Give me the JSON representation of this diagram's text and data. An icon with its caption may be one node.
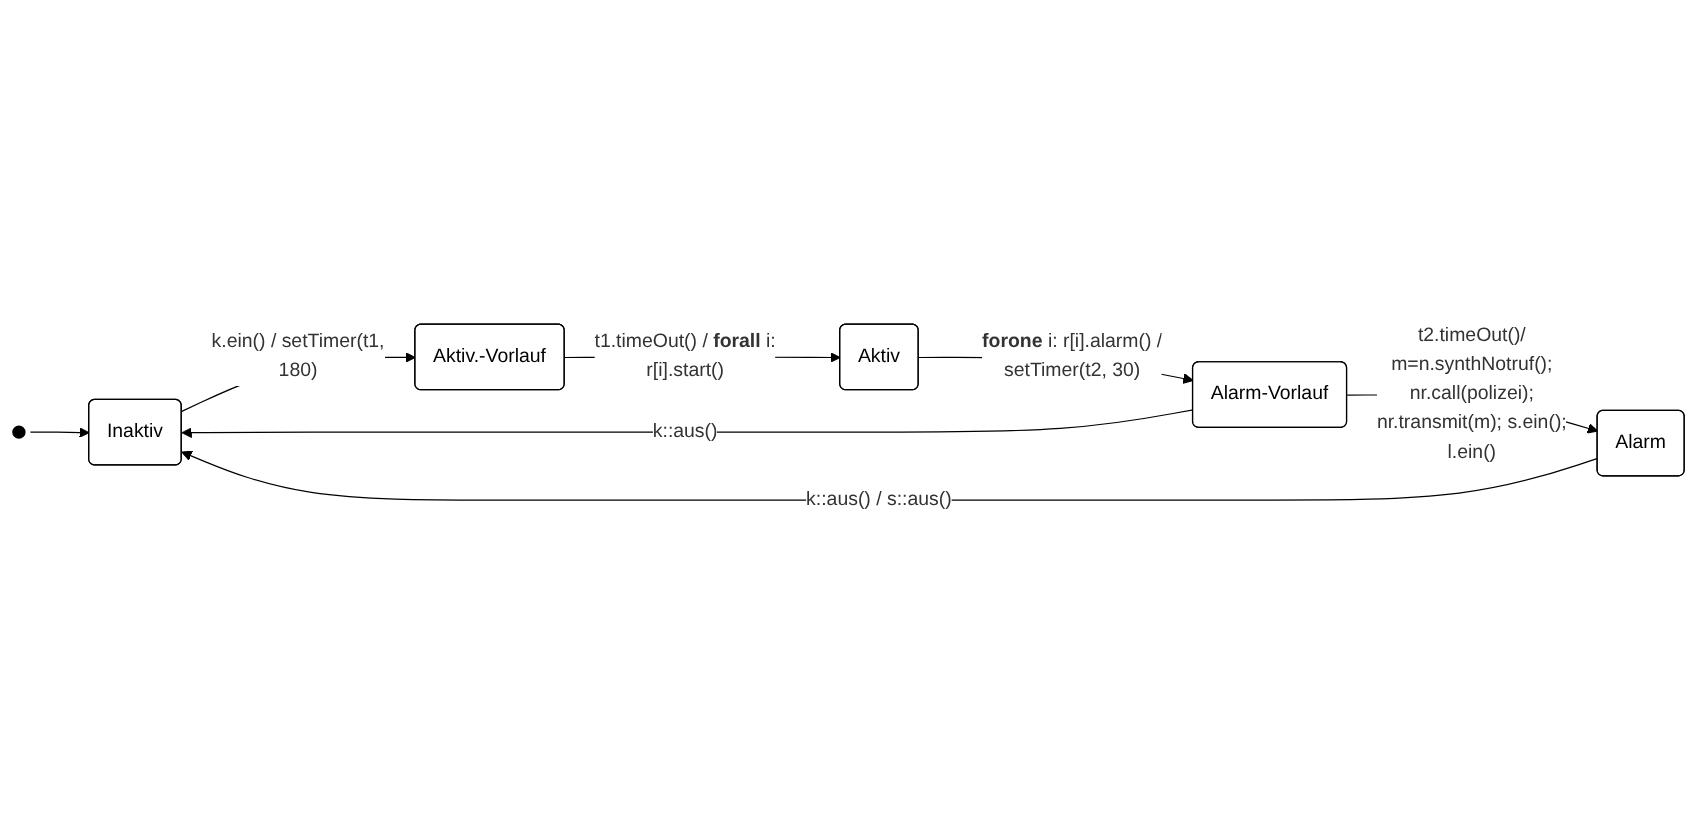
{
  "diagram": {
    "nodes": [
      {
        "text": [],
        "shape": "circle"
      },
      {
        "text": [
          "Inaktiv"
        ]
      },
      {
        "text": [
          "Aktiv.-Vorlauf"
        ]
      },
      {
        "text": [
          "Aktiv"
        ]
      },
      {
        "text": [
          "Alarm-Vorlauf"
        ]
      },
      {
        "text": [
          "Alarm"
        ]
      }
    ],
    "edges": [
      {
        "from": 0,
        "to": 1,
        "arrow": "to"
      },
      {
        "from": 1,
        "to": 2,
        "arrow": "to",
        "label": "k.ein() / setTimer(t1, 180)"
      },
      {
        "from": 2,
        "to": 3,
        "arrow": "to",
        "label": "t1.timeOut() / **forall** i: r[i].start()"
      },
      {
        "from": 3,
        "to": 4,
        "arrow": "to",
        "label": "**forone** i: r[i].alarm() / setTimer(t2, 30)"
      },
      {
        "from": 4,
        "to": 1,
        "arrow": "to",
        "label": "k::aus()"
      },
      {
        "from": 4,
        "to": 5,
        "arrow": "to",
        "label": "t2.timeOut()/ m=n.synthNotruf(); nr.call(polizei); nr.transmit(m); s.ein(); l.ein()"
      },
      {
        "from": 5,
        "to": 1,
        "arrow": "to",
        "label": "k::aus() / s::aus()"
      }
    ]
  }
}
